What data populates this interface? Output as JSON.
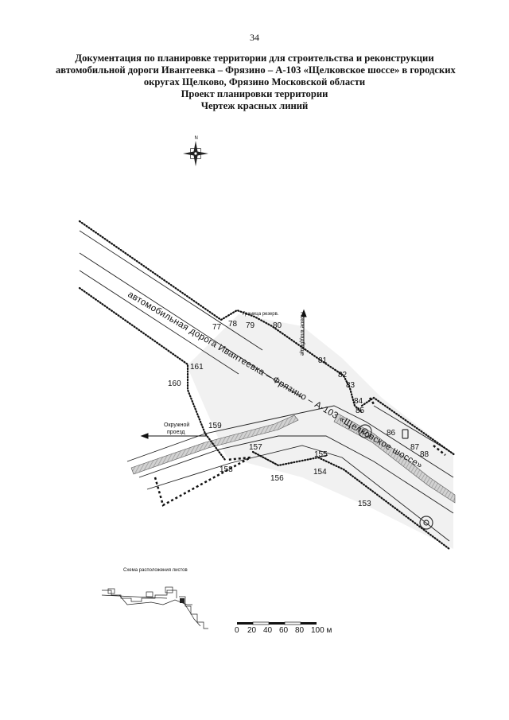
{
  "page_number": "34",
  "title_lines": [
    "Документация по планировке территории для строительства и реконструкции",
    "автомобильной дороги Ивантеевка – Фрязино – А-103 «Щелковское шоссе» в городских",
    "округах Щелково, Фрязино Московской области",
    "Проект планировки территории",
    "Чертеж красных линий"
  ],
  "map": {
    "road_label": "автомобильная дорога Ивантеевка – Фрязино – А-103 «Щелковское шоссе»",
    "ring_road_label": [
      "Окружной",
      "проезд"
    ],
    "cemetery_label": "Новое кладбище",
    "boundary_label": "Граница резерв.",
    "point_labels": {
      "p77": "77",
      "p78": "78",
      "p79": "79",
      "p80": "80",
      "p81": "81",
      "p82": "82",
      "p83": "83",
      "p84": "84",
      "p85": "85",
      "p86": "86",
      "p87": "87",
      "p88": "88",
      "p153": "153",
      "p154": "154",
      "p155": "155",
      "p156": "156",
      "p157": "157",
      "p158": "158",
      "p159": "159",
      "p160": "160",
      "p161": "161"
    }
  },
  "sheet_scheme_label": "Схема расположения листов",
  "scale_bar": {
    "ticks": [
      "0",
      "20",
      "40",
      "60",
      "80",
      "100 м"
    ]
  },
  "colors": {
    "line": "#111111",
    "road_fill": "#c9c9c9"
  }
}
